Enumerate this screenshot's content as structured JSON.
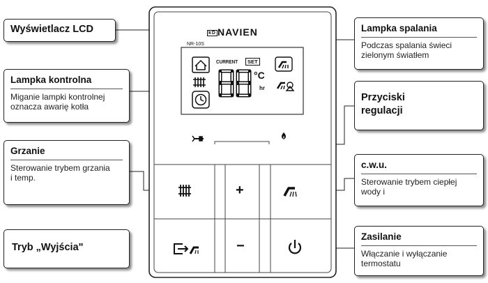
{
  "device": {
    "brand": "NAVIEN",
    "brand_prefix": "kD",
    "model": "NR-10S",
    "lcd_current": "CURRENT",
    "lcd_set": "SET",
    "lcd_digits": "88",
    "lcd_unit": "°C",
    "lcd_hr": "hr",
    "btn_plus": "+",
    "btn_minus": "−",
    "icons": [
      "home-icon",
      "radiator-icon",
      "clock-icon",
      "tap-icon",
      "tap-warning-icon",
      "wrench-icon",
      "flame-icon",
      "power-icon",
      "exit-icon"
    ]
  },
  "callouts": {
    "lcd": {
      "title": "Wyświetlacz LCD"
    },
    "control_lamp": {
      "title": "Lampka kontrolna",
      "desc": [
        "Miganie lampki kontrolnej",
        "oznacza awarię kotła"
      ]
    },
    "heating": {
      "title": "Grzanie",
      "desc": [
        "Sterowanie trybem grzania",
        "i temp."
      ]
    },
    "exit_mode": {
      "title": "Tryb „Wyjścia\""
    },
    "combustion_lamp": {
      "title": "Lampka spalania",
      "desc": [
        "Podczas spalania świeci",
        "zielonym światłem"
      ]
    },
    "adjust_buttons": {
      "title": [
        "Przyciski",
        "regulacji"
      ]
    },
    "dhw": {
      "title": "c.w.u.",
      "desc": [
        "Sterowanie trybem ciepłej",
        "wody i"
      ]
    },
    "power": {
      "title": "Zasilanie",
      "desc": [
        "Włączanie i wyłączanie",
        "termostatu"
      ]
    }
  }
}
